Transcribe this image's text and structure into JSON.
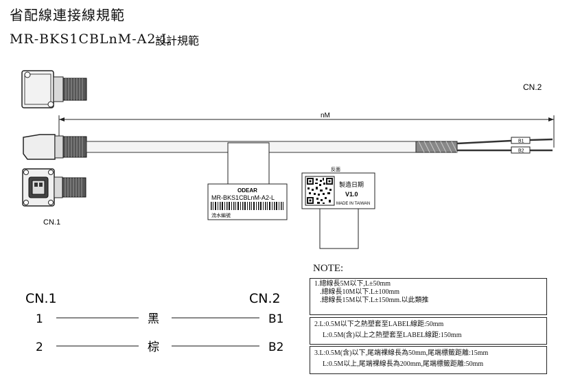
{
  "header": {
    "title": "省配線連接線規範",
    "model": "MR-BKS1CBLnM-A2-L",
    "spec": "設計規範"
  },
  "drawing": {
    "cn2_label": "CN.2",
    "cn1_label": "CN.1",
    "length_label": "nM",
    "wire_tag_b1": "B1",
    "wire_tag_b2": "B2",
    "product_label": {
      "brand": "ODEAR",
      "model": "MR-BKS1CBLnM-A2-L",
      "serial": "流水編號"
    },
    "date_label": {
      "side": "反面",
      "title": "製造日期",
      "version": "V1.0",
      "origin": "MADE IN TAIWAN"
    }
  },
  "wiring": {
    "left_header": "CN.1",
    "right_header": "CN.2",
    "rows": [
      {
        "pin": "1",
        "color": "黑",
        "target": "B1"
      },
      {
        "pin": "2",
        "color": "棕",
        "target": "B2"
      }
    ]
  },
  "notes": {
    "title": "NOTE:",
    "box1": [
      "1.總線長5M以下,L±50mm",
      ".總線長10M以下.L±100mm",
      ".總線長15M以下.L±150mm.以此類推"
    ],
    "box2": [
      "2.L:0.5M以下之熱塑套至LABEL線距:50mm",
      "L:0.5M(含)以上之熱塑套至LABEL線距:150mm"
    ],
    "box3": [
      "3.L:0.5M(含)以下,尾端裸線長為50mm,尾端標籤距離:15mm",
      "L:0.5M以上,尾端裸線長為200mm,尾端標籤距離:50mm"
    ]
  }
}
